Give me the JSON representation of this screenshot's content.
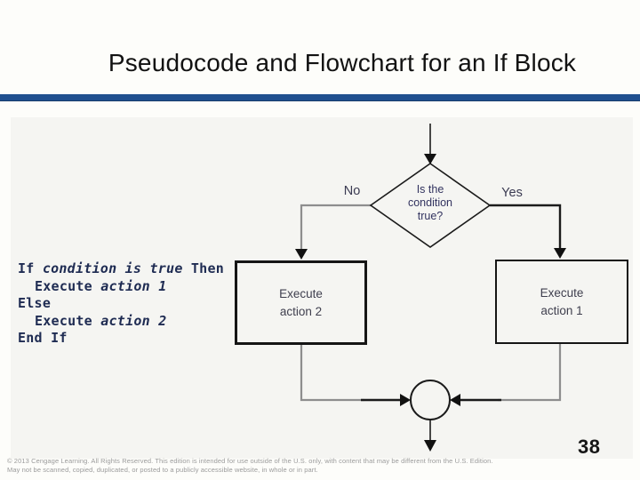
{
  "slide": {
    "title": "Pseudocode and Flowchart for an If Block",
    "number": "38"
  },
  "colors": {
    "divider_blue": "#20508f",
    "pseudocode_navy": "#1e2b52",
    "flowchart_text": "#3f3f4e",
    "connector_gray": "#8e8e8e",
    "connector_black": "#1b1b1b",
    "background": "#fdfdfa",
    "figure_background": "#f5f5f2"
  },
  "pseudocode": {
    "l1_a": "If ",
    "l1_b": "condition is true",
    "l1_c": " Then",
    "l2_a": "Execute ",
    "l2_b": "action 1",
    "l3": "Else",
    "l4_a": "Execute ",
    "l4_b": "action 2",
    "l5": "End If"
  },
  "flowchart": {
    "decision_label": "Is the condition true?",
    "no_label": "No",
    "yes_label": "Yes",
    "action2_label": "Execute action 2",
    "action1_label": "Execute action 1"
  },
  "footer": {
    "line1": "© 2013 Cengage Learning. All Rights Reserved. This edition is intended for use outside of the U.S. only, with content that may be different from the U.S. Edition.",
    "line2": "May not be scanned, copied, duplicated, or posted to a publicly accessible website, in whole or in part."
  }
}
